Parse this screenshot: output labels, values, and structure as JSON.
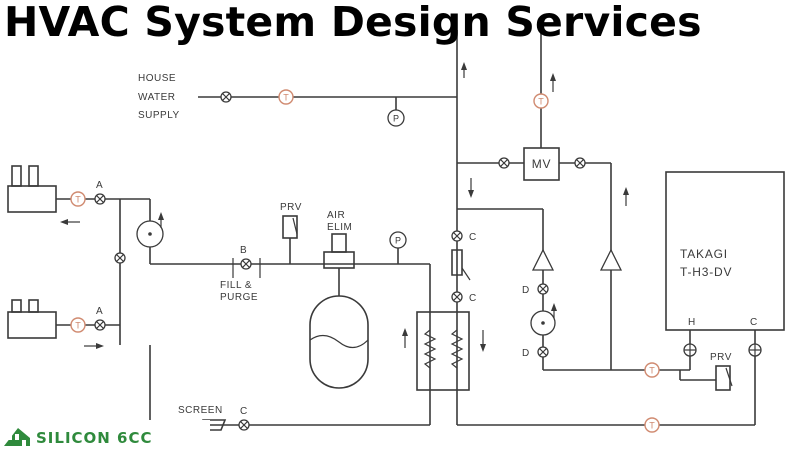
{
  "title": "HVAC System Design Services",
  "diagram": {
    "labels": {
      "house_water_supply": [
        "HOUSE",
        "WATER",
        "SUPPLY"
      ],
      "prv": "PRV",
      "air_elim": [
        "AIR",
        "ELIM"
      ],
      "fill_purge": [
        "FILL &",
        "PURGE"
      ],
      "screen": "SCREEN",
      "mv": "MV",
      "heater": [
        "TAKAGI",
        "T-H3-DV"
      ],
      "prv_right": "PRV",
      "valve_a": "A",
      "valve_b": "B",
      "valve_c": "C",
      "valve_d": "D",
      "port_h": "H",
      "port_c": "C",
      "temp_symbol": "T",
      "pressure_symbol": "P"
    }
  },
  "watermark": {
    "text": "SILICON 6CC"
  },
  "colors": {
    "line": "#3a3a3a",
    "temperature_gauge": "#d08a70",
    "logo": "#2f8a3c"
  }
}
